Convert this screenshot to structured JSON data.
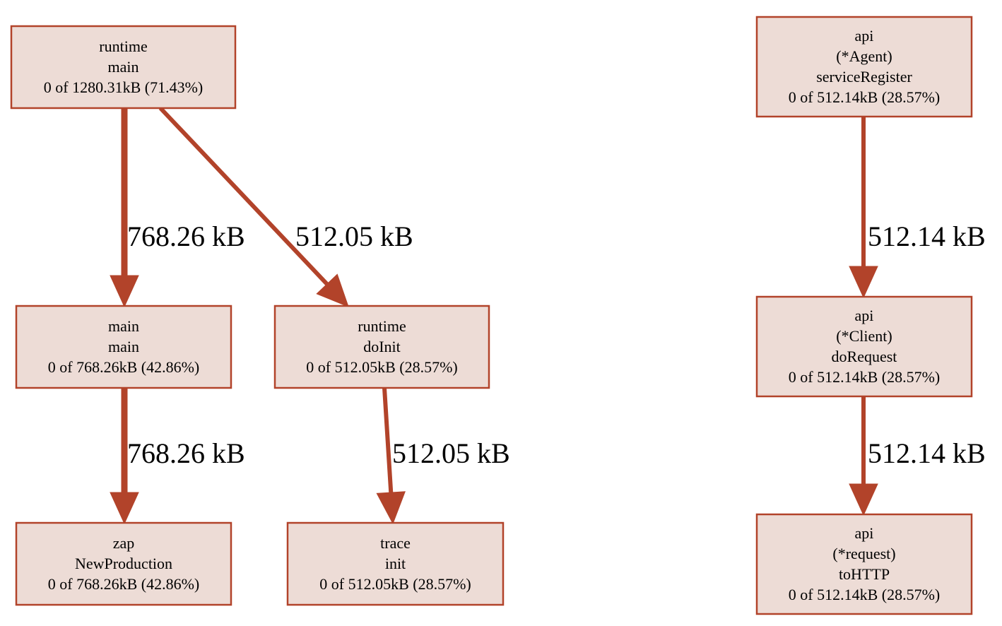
{
  "colors": {
    "edge": "#b2432a",
    "node_fill": "#eddcd6",
    "node_stroke": "#b2432a"
  },
  "nodes": {
    "runtime_main": [
      "runtime",
      "main",
      "0 of 1280.31kB (71.43%)"
    ],
    "main_main": [
      "main",
      "main",
      "0 of 768.26kB (42.86%)"
    ],
    "runtime_doinit": [
      "runtime",
      "doInit",
      "0 of 512.05kB (28.57%)"
    ],
    "zap_newproduction": [
      "zap",
      "NewProduction",
      "0 of 768.26kB (42.86%)"
    ],
    "trace_init": [
      "trace",
      "init",
      "0 of 512.05kB (28.57%)"
    ],
    "api_agent_serviceregister": [
      "api",
      "(*Agent)",
      "serviceRegister",
      "0 of 512.14kB (28.57%)"
    ],
    "api_client_dorequest": [
      "api",
      "(*Client)",
      "doRequest",
      "0 of 512.14kB (28.57%)"
    ],
    "api_request_tohttp": [
      "api",
      "(*request)",
      "toHTTP",
      "0 of 512.14kB (28.57%)"
    ]
  },
  "edges": [
    {
      "id": "runtime-main-to-main-main",
      "from": "runtime_main",
      "to": "main_main",
      "label": "768.26 kB"
    },
    {
      "id": "runtime-main-to-runtime-doinit",
      "from": "runtime_main",
      "to": "runtime_doinit",
      "label": "512.05 kB"
    },
    {
      "id": "main-main-to-zap-newproduction",
      "from": "main_main",
      "to": "zap_newproduction",
      "label": "768.26 kB"
    },
    {
      "id": "runtime-doinit-to-trace-init",
      "from": "runtime_doinit",
      "to": "trace_init",
      "label": "512.05 kB"
    },
    {
      "id": "api-agent-to-api-client",
      "from": "api_agent_serviceregister",
      "to": "api_client_dorequest",
      "label": "512.14 kB"
    },
    {
      "id": "api-client-to-api-request",
      "from": "api_client_dorequest",
      "to": "api_request_tohttp",
      "label": "512.14 kB"
    }
  ]
}
